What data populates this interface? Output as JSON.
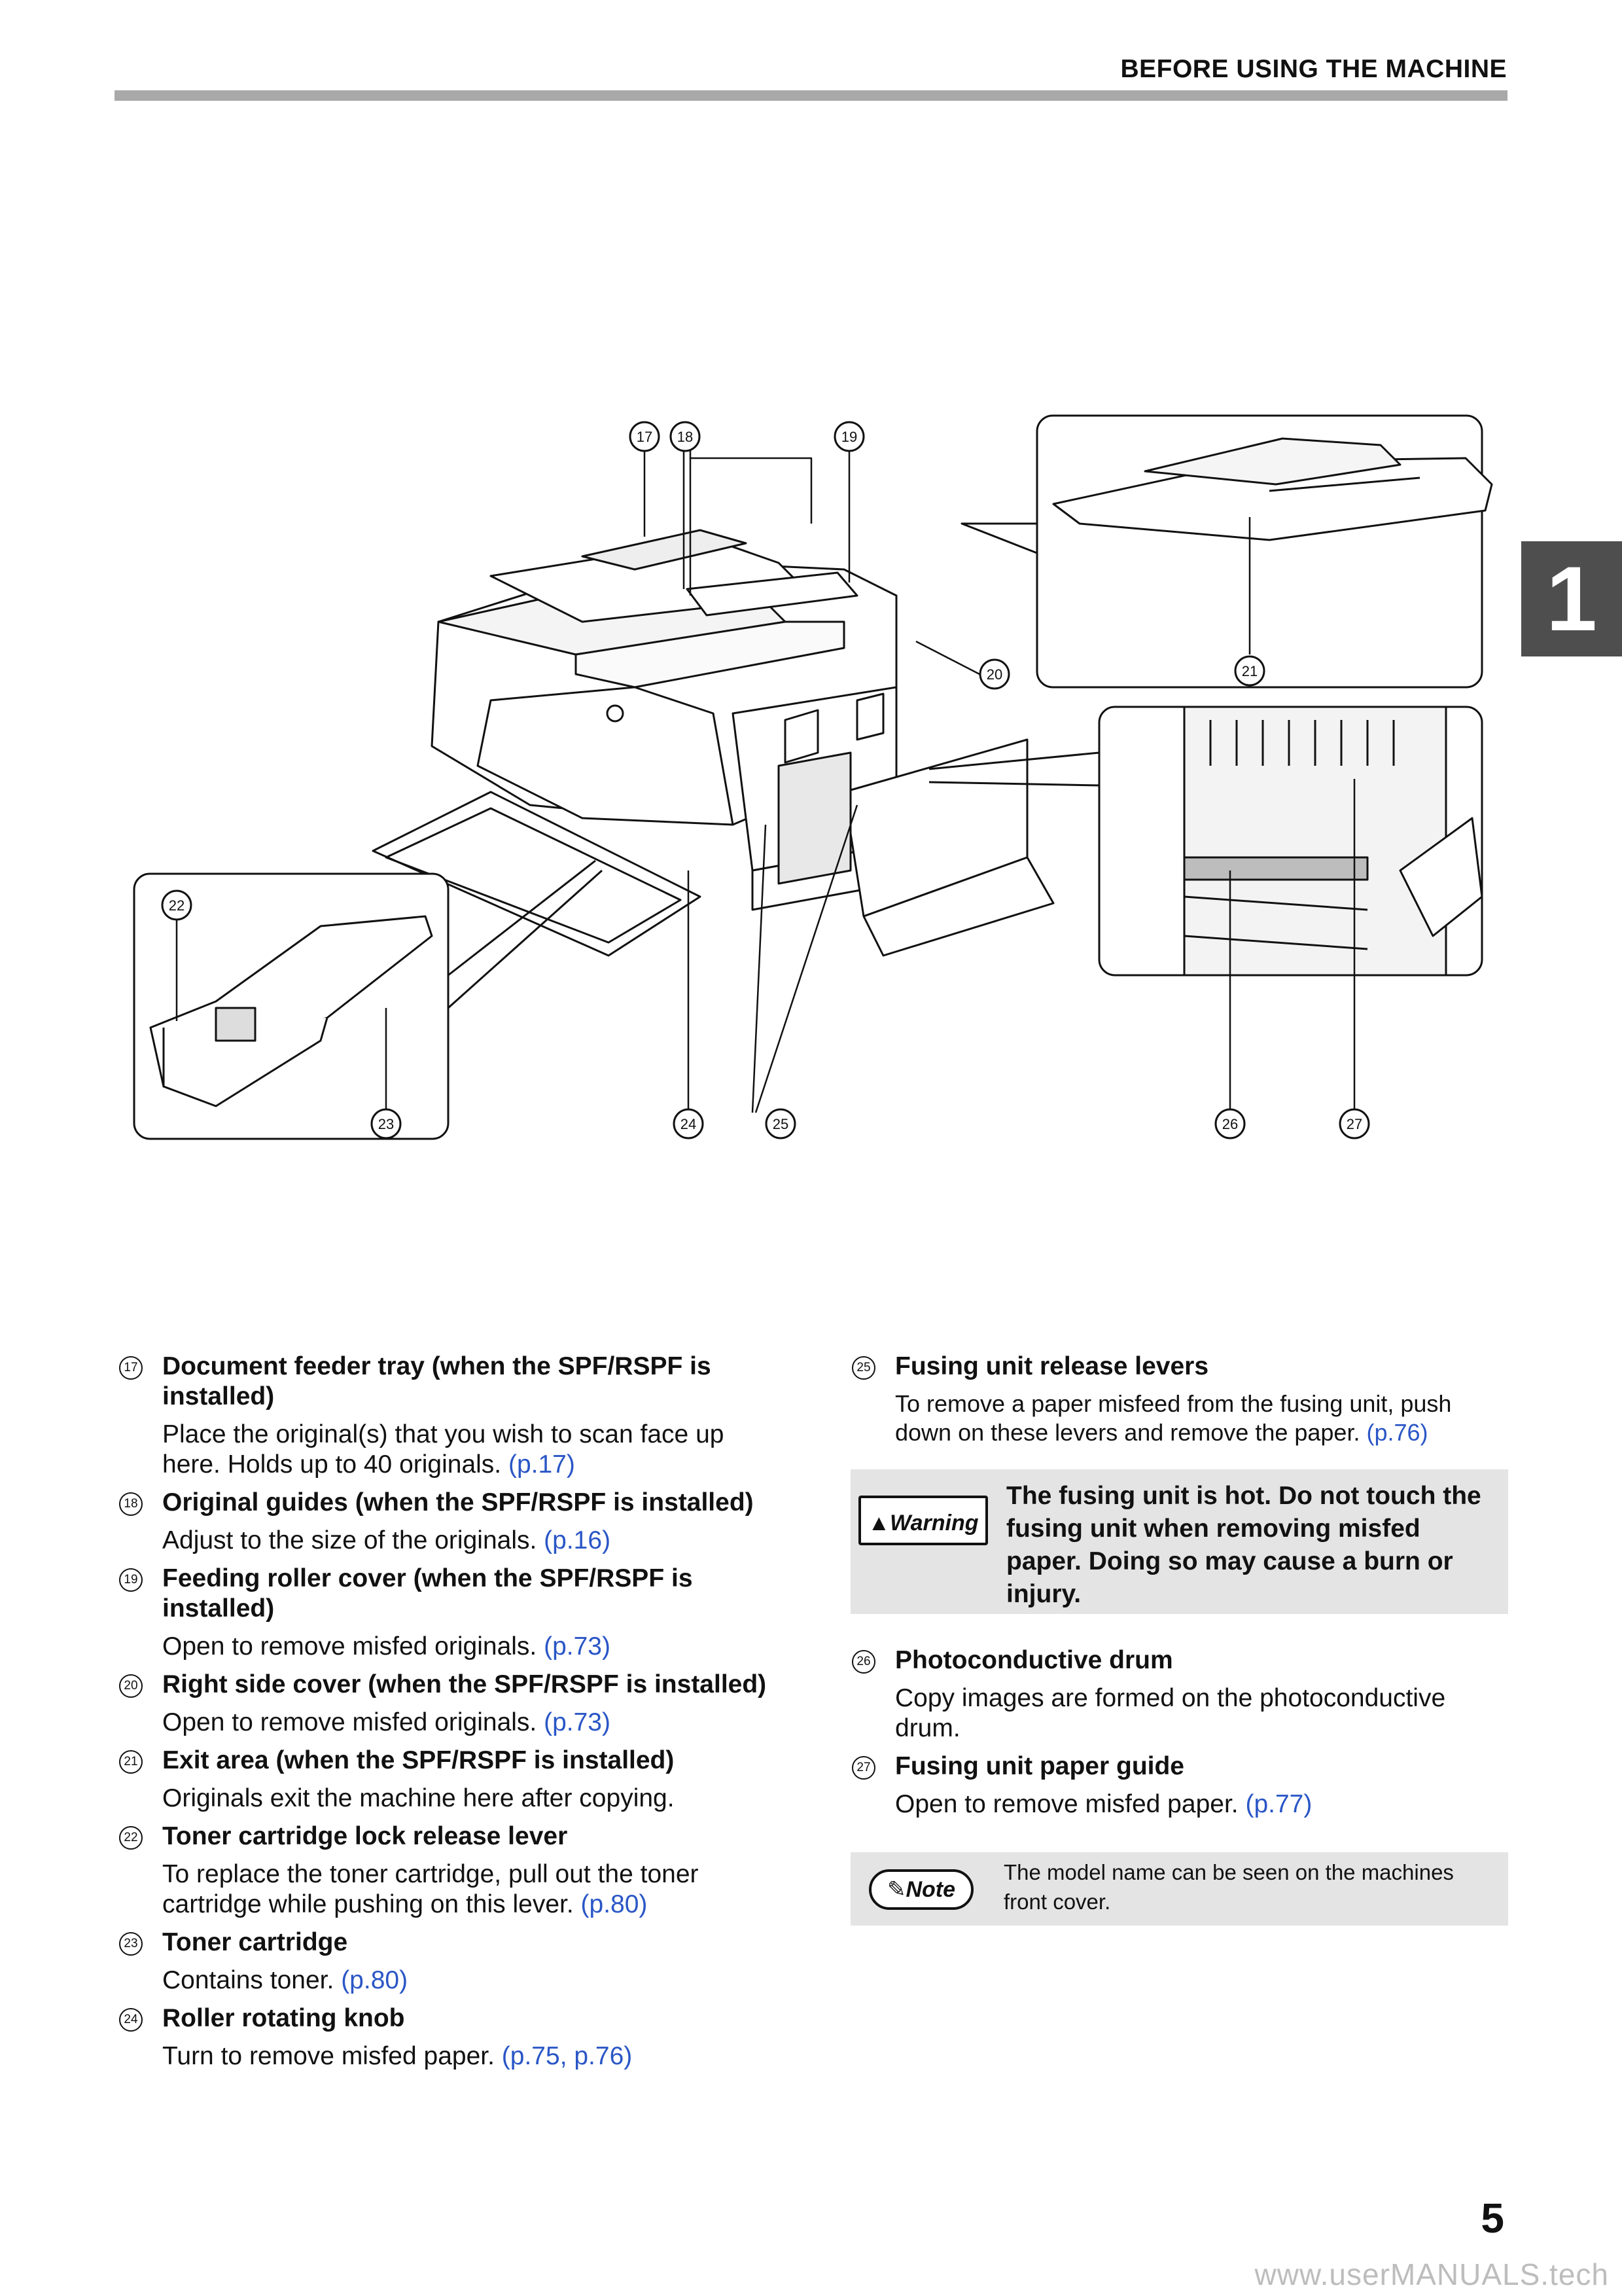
{
  "header": {
    "title": "BEFORE USING THE MACHINE"
  },
  "chapter_tab": "1",
  "figure": {
    "callouts": [
      "17",
      "18",
      "19",
      "20",
      "21",
      "22",
      "23",
      "24",
      "25",
      "26",
      "27"
    ]
  },
  "items_left": [
    {
      "num": "17",
      "title": "Document feeder tray (when the SPF/RSPF is installed)",
      "desc": "Place the original(s) that you wish to scan face up here. Holds up to 40 originals.",
      "link": "(p.17)"
    },
    {
      "num": "18",
      "title": "Original guides (when the SPF/RSPF is installed)",
      "desc": "Adjust to the size of the originals.",
      "link": "(p.16)"
    },
    {
      "num": "19",
      "title": "Feeding roller cover (when the SPF/RSPF is installed)",
      "desc": "Open to remove misfed originals.",
      "link": "(p.73)"
    },
    {
      "num": "20",
      "title": "Right side cover (when the SPF/RSPF is installed)",
      "desc": "Open to remove misfed originals.",
      "link": "(p.73)"
    },
    {
      "num": "21",
      "title": "Exit area (when the SPF/RSPF is installed)",
      "desc": "Originals exit the machine here after copying.",
      "link": ""
    },
    {
      "num": "22",
      "title": "Toner cartridge lock release lever",
      "desc": "To replace the toner cartridge, pull out the toner cartridge while pushing on this lever.",
      "link": "(p.80)"
    },
    {
      "num": "23",
      "title": "Toner cartridge",
      "desc": "Contains toner.",
      "link": "(p.80)"
    },
    {
      "num": "24",
      "title": "Roller rotating knob",
      "desc": "Turn to remove misfed paper.",
      "link": "(p.75, p.76)"
    }
  ],
  "items_right_top": [
    {
      "num": "25",
      "title": "Fusing unit release levers",
      "desc": "To remove a paper misfeed from the fusing unit, push down on these levers and remove the paper.",
      "link": "(p.76)"
    }
  ],
  "warning": {
    "badge": "Warning",
    "text": "The fusing unit is hot. Do not touch the fusing unit when removing misfed paper. Doing so may cause a burn or injury."
  },
  "items_right_bottom": [
    {
      "num": "26",
      "title": "Photoconductive drum",
      "desc": "Copy images are formed on the photoconductive drum.",
      "link": ""
    },
    {
      "num": "27",
      "title": "Fusing unit paper guide",
      "desc": "Open to remove misfed paper.",
      "link": "(p.77)"
    }
  ],
  "note": {
    "badge": "Note",
    "text": "The model name can be seen on the machines front cover."
  },
  "page_number": "5",
  "watermark": "www.userMANUALS.tech"
}
